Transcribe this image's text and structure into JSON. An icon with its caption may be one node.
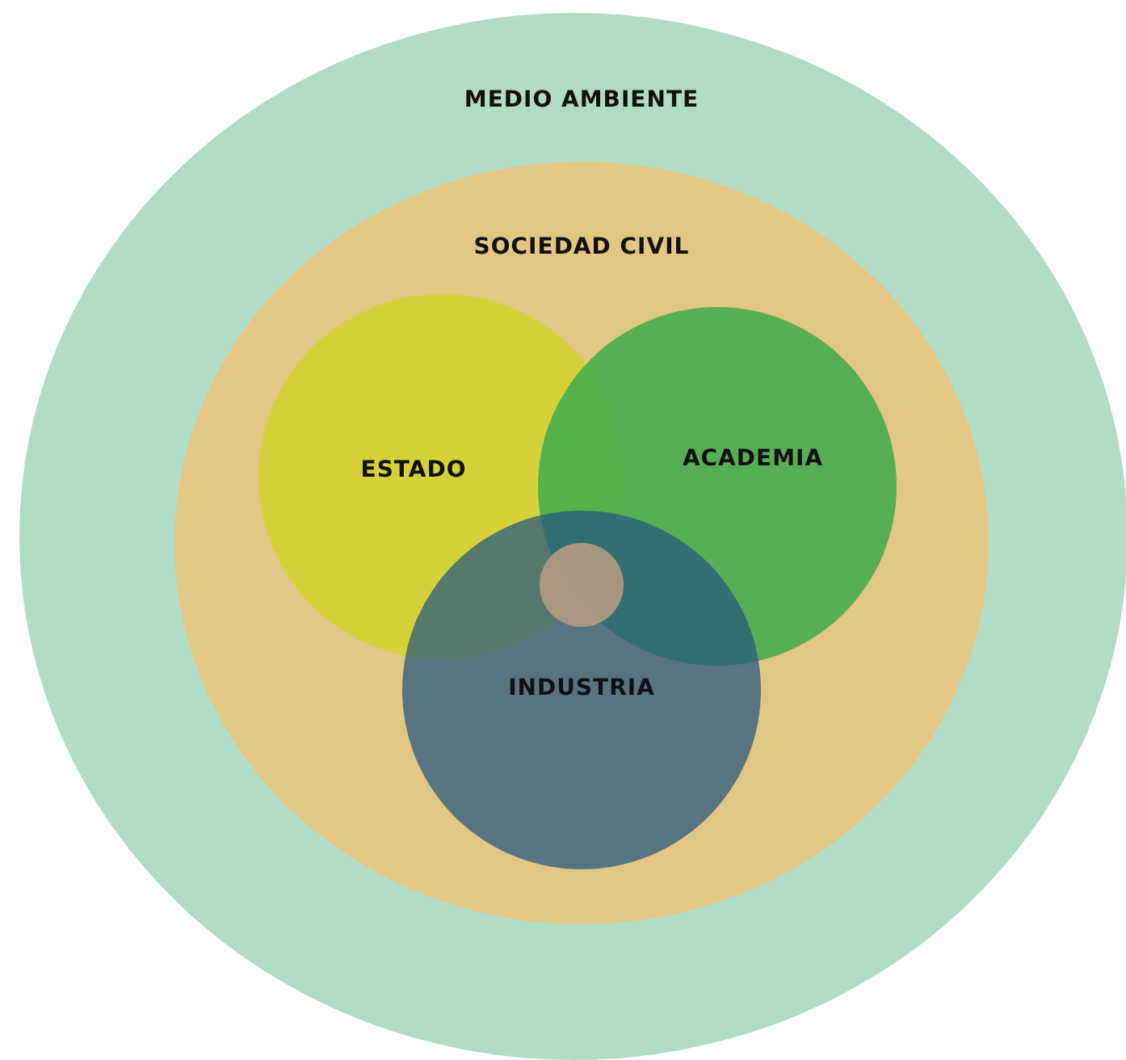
{
  "diagram": {
    "nodes": [
      {
        "text": [
          "MEDIO AMBIENTE"
        ]
      },
      {
        "text": [
          "SOCIEDAD CIVIL"
        ],
        "in": 0
      },
      {
        "text": [
          "ESTADO"
        ],
        "in": 1
      },
      {
        "text": [
          "ACADEMIA"
        ],
        "in": 1
      },
      {
        "text": [
          "INDUSTRIA"
        ],
        "in": 1
      },
      {
        "text": [],
        "shape": "circle"
      }
    ]
  }
}
